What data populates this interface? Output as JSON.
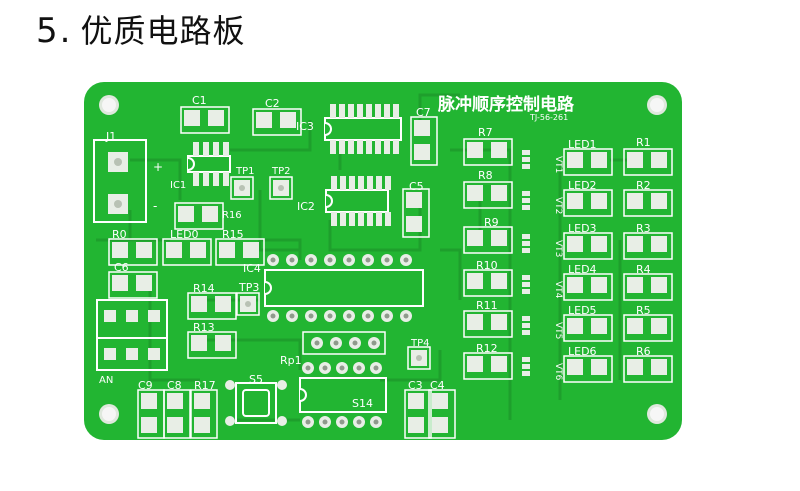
{
  "heading": {
    "number": "5",
    "dot": ".",
    "text": "优质电路板"
  },
  "board": {
    "title": "脉冲顺序控制电路",
    "code": "TJ-56-261",
    "colors": {
      "board": "#22b532",
      "trace": "#1e9f2c",
      "pad": "#e8eee6",
      "silk": "#ffffff"
    }
  },
  "labels": {
    "C1": "C1",
    "C2": "C2",
    "C3": "C3",
    "C4": "C4",
    "C5": "C5",
    "C6": "C6",
    "C7": "C7",
    "C8": "C8",
    "C9": "C9",
    "IC1": "IC1",
    "IC2": "IC2",
    "IC3": "IC3",
    "IC4": "IC4",
    "J1": "J1",
    "plus": "+",
    "minus": "-",
    "TP1": "TP1",
    "TP2": "TP2",
    "TP3": "TP3",
    "TP4": "TP4",
    "R0": "R0",
    "LED0": "LED0",
    "R13": "R13",
    "R14": "R14",
    "R15": "R15",
    "R16": "R16",
    "R17": "R17",
    "R1": "R1",
    "R2": "R2",
    "R3": "R3",
    "R4": "R4",
    "R5": "R5",
    "R6": "R6",
    "R7": "R7",
    "R8": "R8",
    "R9": "R9",
    "R10": "R10",
    "R11": "R11",
    "R12": "R12",
    "LED1": "LED1",
    "LED2": "LED2",
    "LED3": "LED3",
    "LED4": "LED4",
    "LED5": "LED5",
    "LED6": "LED6",
    "VT1": "VT1",
    "VT2": "VT2",
    "VT3": "VT3",
    "VT4": "VT4",
    "VT5": "VT5",
    "VT6": "VT6",
    "Rp1": "Rp1",
    "S5": "S5",
    "S14": "S14",
    "AN": "AN"
  }
}
